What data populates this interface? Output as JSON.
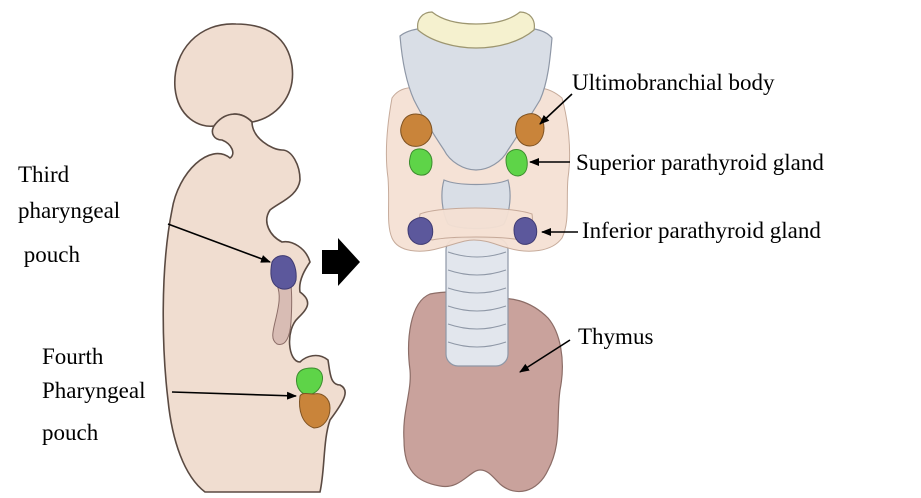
{
  "colors": {
    "tissue": "#f0ddd0",
    "tissue_stroke": "#5a4a42",
    "cartilage": "#d9dee6",
    "epiglottis": "#f5f1cf",
    "thymus": "#c9a29c",
    "third_pouch": "#5c589c",
    "fourth_pouch_green": "#5ed448",
    "ultimobranchial": "#c9843a",
    "parathyroid_superior": "#5ed448",
    "parathyroid_inferior": "#5c589c",
    "canal": "#d8bcb4"
  },
  "labels": {
    "third_pouch": [
      "Third",
      "pharyngeal",
      " pouch"
    ],
    "fourth_pouch": [
      "Fourth",
      "Pharyngeal",
      "pouch"
    ],
    "ultimobranchial_body": "Ultimobranchial body",
    "superior_parathyroid": "Superior parathyroid gland",
    "inferior_parathyroid": "Inferior parathyroid gland",
    "thymus": "Thymus"
  },
  "icons": {
    "transition": "right-arrow-icon"
  }
}
